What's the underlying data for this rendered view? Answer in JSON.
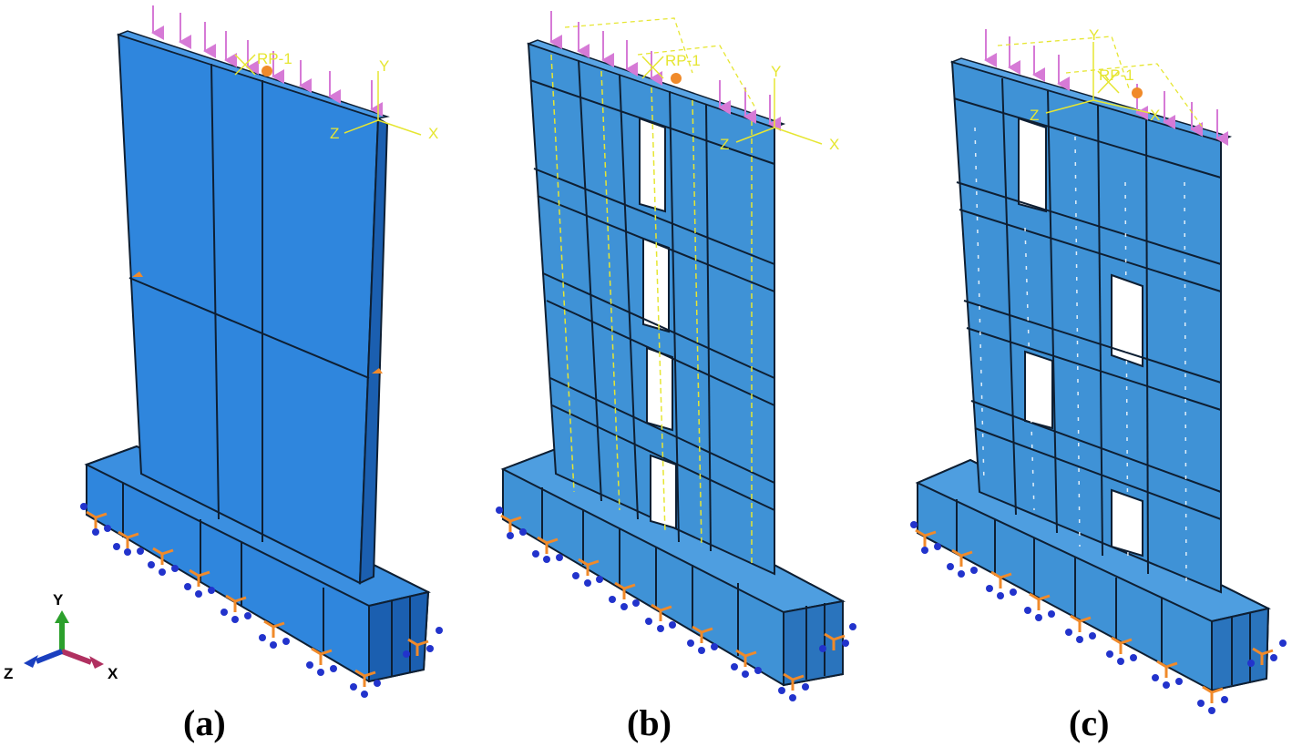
{
  "panels": [
    {
      "caption": "(a)",
      "ref_point": "RP-1",
      "axes": {
        "x": "X",
        "y": "Y",
        "z": "Z"
      }
    },
    {
      "caption": "(b)",
      "ref_point": "RP-1",
      "axes": {
        "x": "X",
        "y": "Y",
        "z": "Z"
      }
    },
    {
      "caption": "(c)",
      "ref_point": "RP-1",
      "axes": {
        "x": "X",
        "y": "Y",
        "z": "Z"
      }
    }
  ],
  "view_triad": {
    "x": "X",
    "y": "Y",
    "z": "Z"
  },
  "colors": {
    "wall_face": "#2f86dd",
    "wall_side": "#1b5fb0",
    "wall_face_bc": "#3f92d6",
    "edge": "#0e1f33",
    "load_arrow": "#d67ad6",
    "annotation": "#e6e632",
    "bc_orange": "#f08a2a",
    "bc_blue": "#2233cc",
    "triad_x": "#b03060",
    "triad_y": "#2ca02c",
    "triad_z": "#1a3fbf"
  }
}
